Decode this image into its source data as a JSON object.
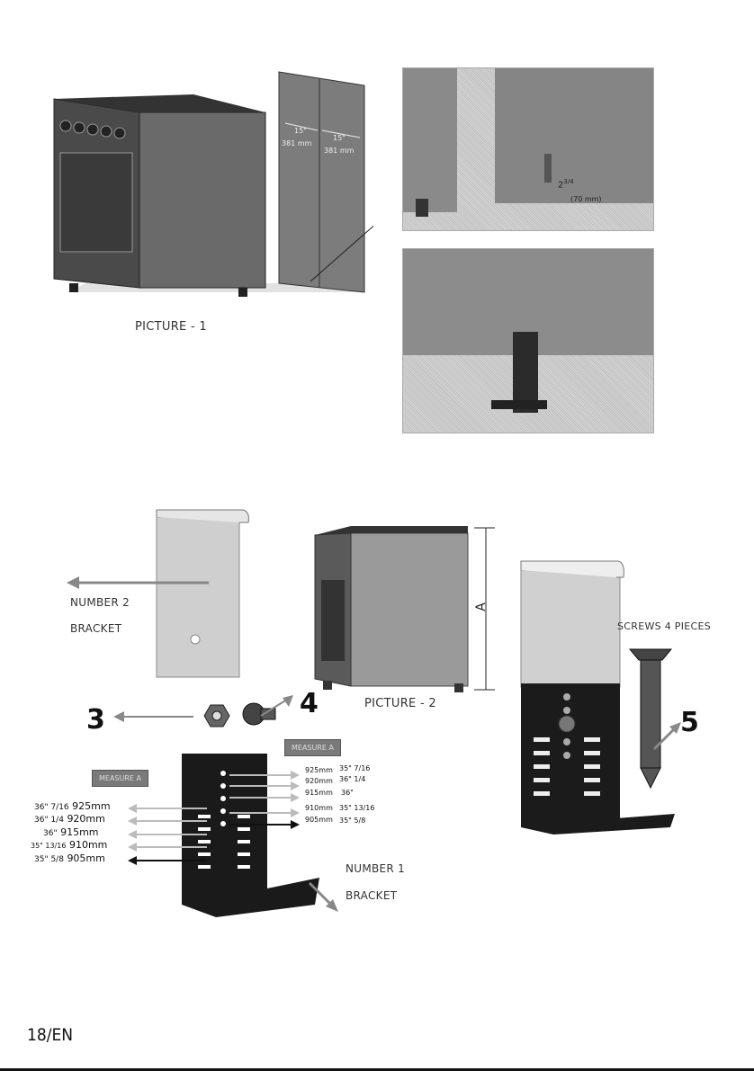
{
  "picture1": {
    "caption": "PICTURE - 1",
    "dim_left_in": "15\"",
    "dim_left_mm": "381 mm",
    "dim_right_in": "15\"",
    "dim_right_mm": "381 mm",
    "height_in": "2",
    "height_frac": "3/4",
    "height_mm": "(70 mm)"
  },
  "picture2": {
    "caption": "PICTURE - 2",
    "dim_label": "A",
    "bracket2_line1": "NUMBER 2",
    "bracket2_line2": "BRACKET",
    "bracket1_line1": "NUMBER 1",
    "bracket1_line2": "BRACKET",
    "screws_label": "SCREWS 4 PIECES",
    "num3": "3",
    "num4": "4",
    "num5": "5",
    "measure_tag_right": "MEASURE A",
    "measure_tag_left": "MEASURE A",
    "left_measures": [
      {
        "frac": "36\" 7/16",
        "mm": "925mm"
      },
      {
        "frac": "36\" 1/4",
        "mm": "920mm"
      },
      {
        "frac": "36\"",
        "mm": "915mm"
      },
      {
        "frac": "35\" 13/16",
        "mm": "910mm"
      },
      {
        "frac": "35\" 5/8",
        "mm": "905mm"
      }
    ],
    "right_measures": [
      {
        "mm": "925mm",
        "frac": "35\" 7/16"
      },
      {
        "mm": "920mm",
        "frac": "36\" 1/4"
      },
      {
        "mm": "915mm",
        "frac": "36\""
      },
      {
        "mm": "910mm",
        "frac": "35\" 13/16"
      },
      {
        "mm": "905mm",
        "frac": "35\" 5/8"
      }
    ]
  },
  "footer": {
    "page": "18/EN"
  }
}
